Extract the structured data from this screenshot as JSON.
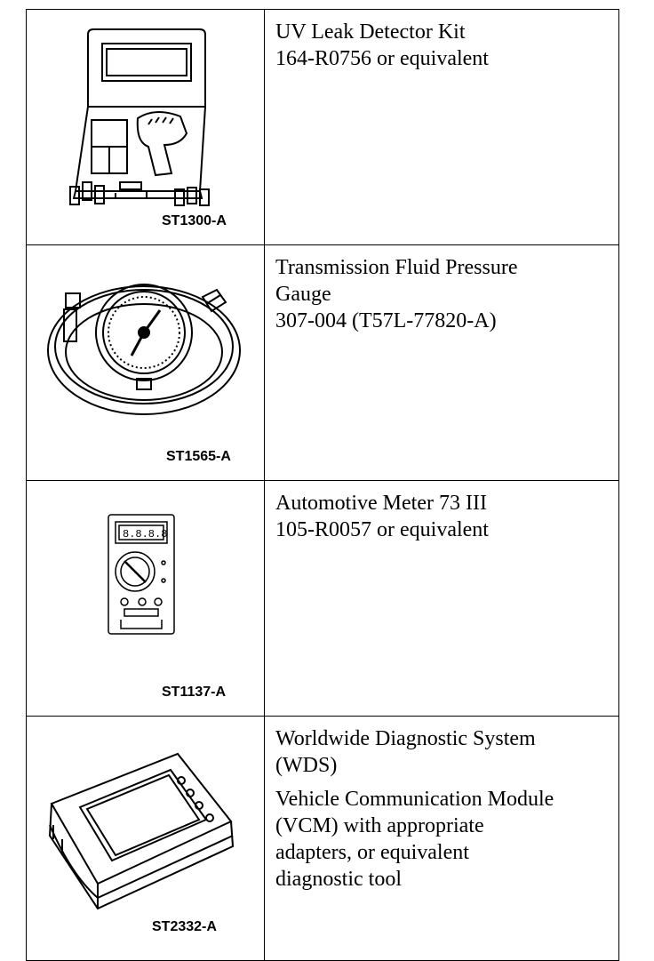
{
  "rows": [
    {
      "illustration": "uv-leak-detector-kit-case",
      "code": "ST1300-A",
      "lines": [
        "UV Leak Detector Kit",
        "164-R0756 or equivalent"
      ]
    },
    {
      "illustration": "pressure-gauge-with-hose",
      "code": "ST1565-A",
      "lines": [
        "Transmission Fluid Pressure",
        "Gauge",
        "307-004 (T57L-77820-A)"
      ]
    },
    {
      "illustration": "digital-multimeter",
      "code": "ST1137-A",
      "lines": [
        "Automotive Meter 73 III",
        "105-R0057 or equivalent"
      ]
    },
    {
      "illustration": "diagnostic-tablet",
      "code": "ST2332-A",
      "lines": [
        "Worldwide Diagnostic System",
        "(WDS)"
      ],
      "lines2": [
        "Vehicle Communication Module",
        "(VCM) with appropriate",
        "adapters, or equivalent",
        "diagnostic tool"
      ]
    }
  ]
}
